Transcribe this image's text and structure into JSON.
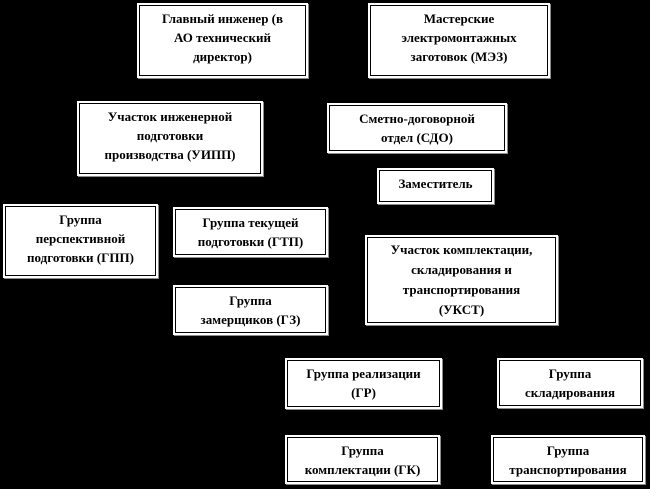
{
  "diagram": {
    "type": "org-chart",
    "background_color": "#000000",
    "node_fill_color": "#ffffff",
    "node_border_color": "#000000",
    "node_text_color": "#000000",
    "nodes": [
      {
        "id": "chief-engineer",
        "label": "Главный инженер (в\nАО технический\nдиректор)"
      },
      {
        "id": "mez",
        "label": "Мастерские\nэлектромонтажных\nзаготовок (МЭЗ)"
      },
      {
        "id": "uipp",
        "label": "Участок инженерной\nподготовки\nпроизводства (УИПП)"
      },
      {
        "id": "sdo",
        "label": "Сметно-договорной\nотдел (СДО)"
      },
      {
        "id": "deputy",
        "label": "Заместитель"
      },
      {
        "id": "gpp",
        "label": "Группа\nперспективной\nподготовки (ГПП)"
      },
      {
        "id": "gtp",
        "label": "Группа текущей\nподготовки (ГТП)"
      },
      {
        "id": "ukst",
        "label": "Участок комплектации,\nскладирования и\nтранспортирования\n(УКСТ)"
      },
      {
        "id": "gz",
        "label": "Группа\nзамерщиков (ГЗ)"
      },
      {
        "id": "gr",
        "label": "Группа реализации\n(ГР)"
      },
      {
        "id": "sklad",
        "label": "Группа\nскладирования"
      },
      {
        "id": "gk",
        "label": "Группа\nкомплектации (ГК)"
      },
      {
        "id": "transp",
        "label": "Группа\nтранспортирования"
      }
    ]
  }
}
